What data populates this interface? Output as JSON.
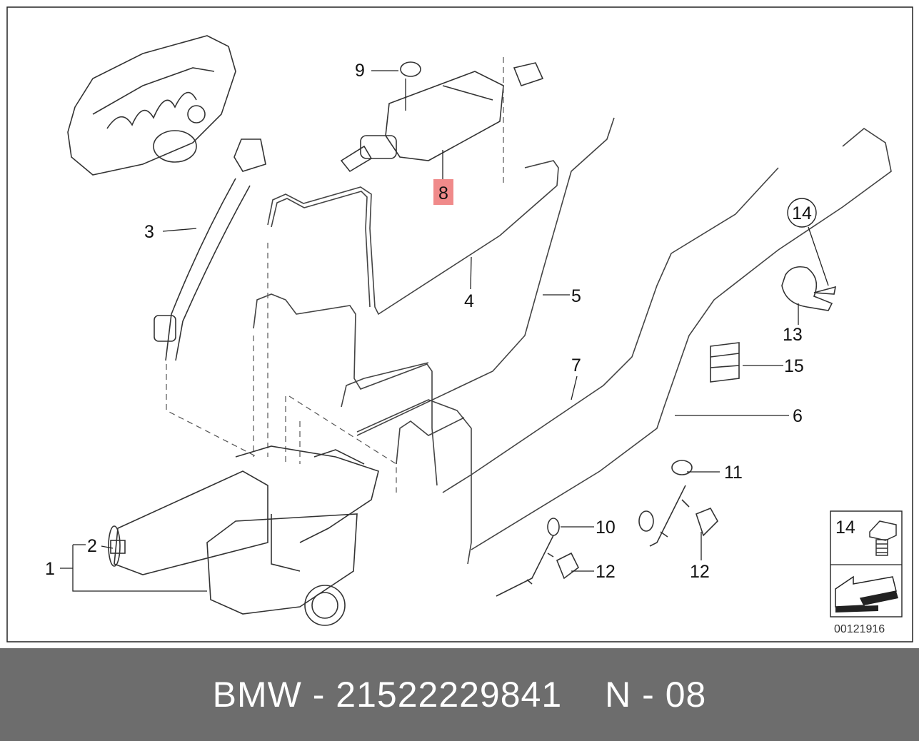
{
  "diagram": {
    "highlight_color": "#f08a8a",
    "highlighted_part": "8",
    "callouts": {
      "c1": "1",
      "c2": "2",
      "c3": "3",
      "c4": "4",
      "c5": "5",
      "c6": "6",
      "c7": "7",
      "c8": "8",
      "c9": "9",
      "c10": "10",
      "c11": "11",
      "c12a": "12",
      "c12b": "12",
      "c13": "13",
      "c14": "14",
      "c15": "15"
    },
    "inset": {
      "part_number": "14"
    },
    "image_code": "00121916"
  },
  "footer": {
    "background_color": "#6d6d6d",
    "brand_part": "BMW - 21522229841",
    "position": "N - 08"
  }
}
